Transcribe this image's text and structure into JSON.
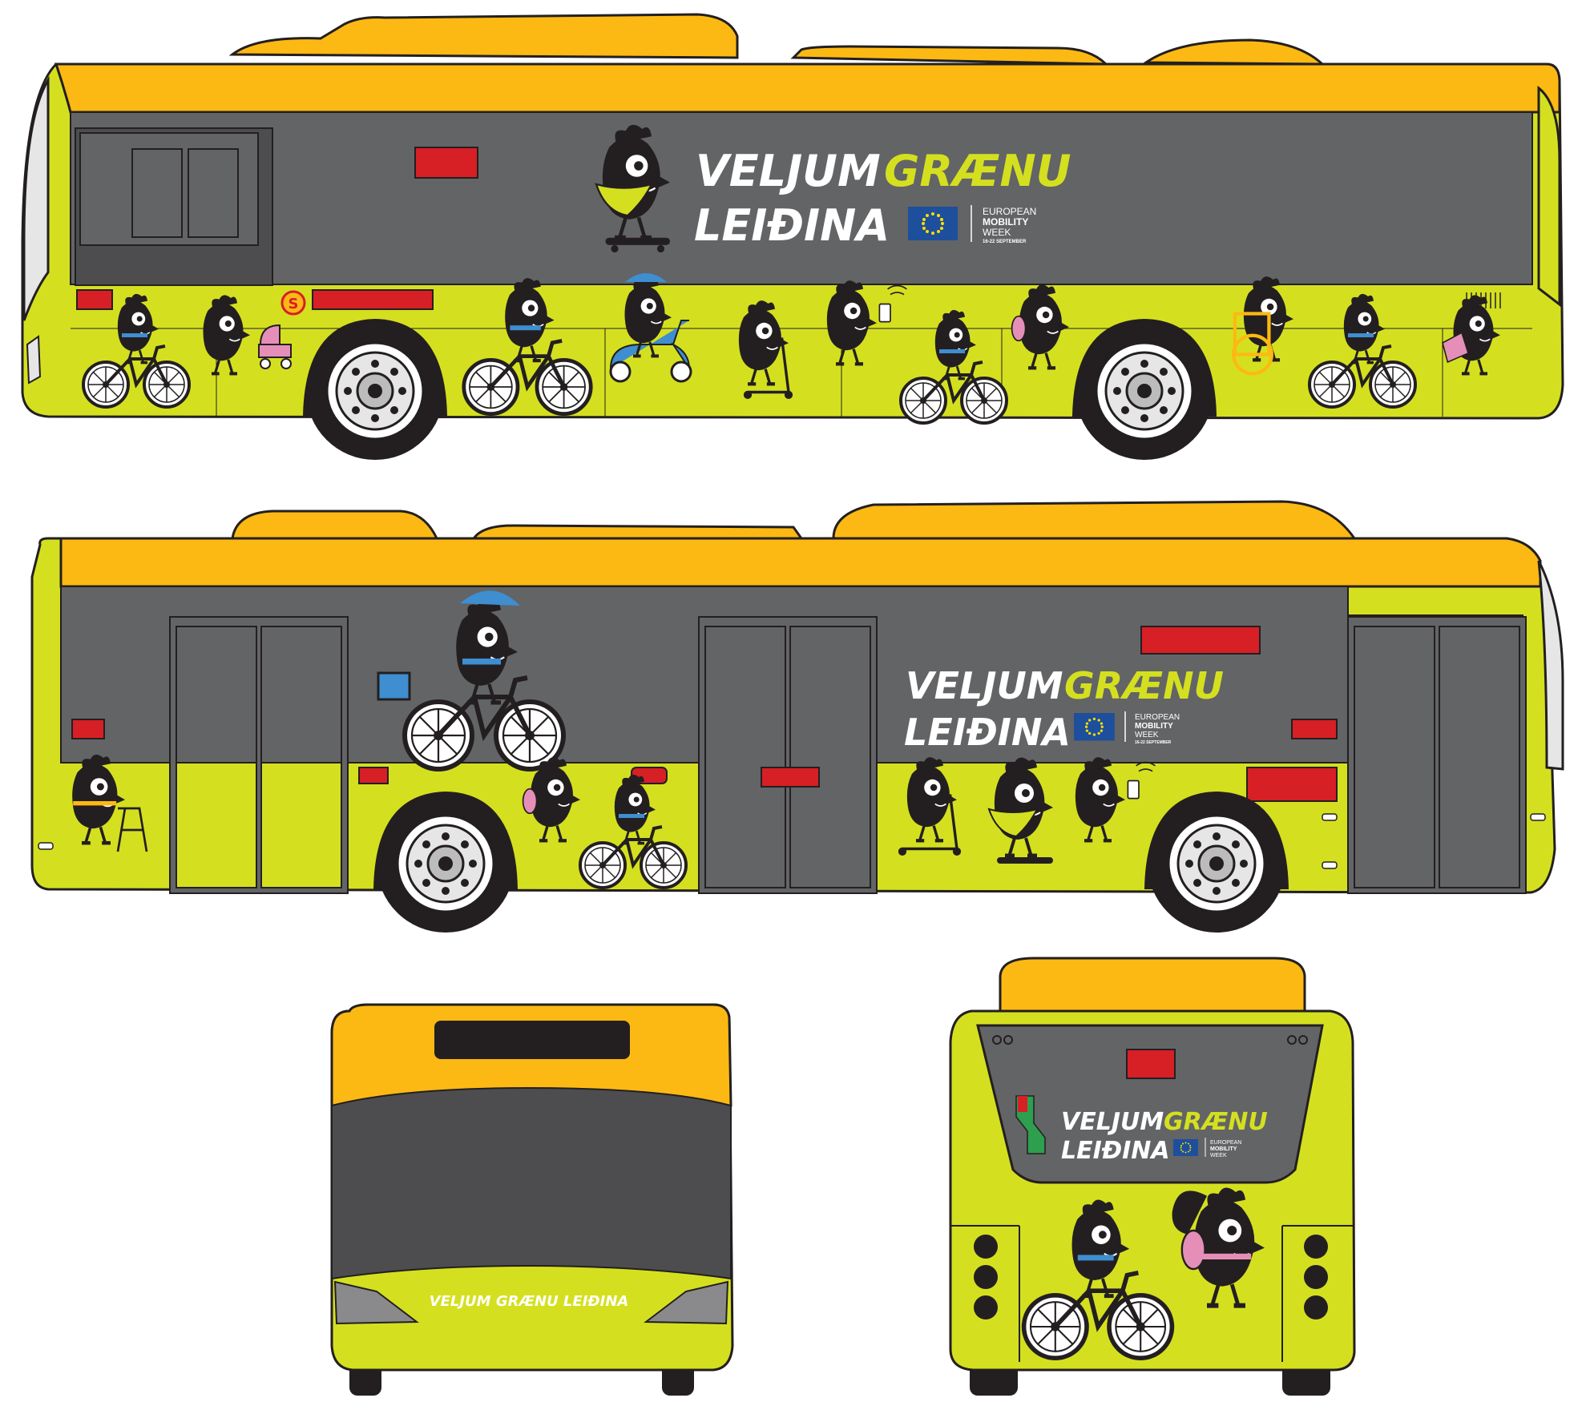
{
  "slogan": {
    "line1_white": "VELJUM",
    "line1_green": "GRÆNU",
    "line2": "LEIÐINA",
    "front_strip": "VELJUM GRÆNU LEIÐINA"
  },
  "mobility_week": {
    "line1": "EUROPEAN",
    "line2": "MOBILITY",
    "line3": "WEEK",
    "dates": "16-22 SEPTEMBER"
  },
  "stop_sign_letter": "S",
  "colors": {
    "body_green": "#d4e01f",
    "roof_yellow": "#fdb913",
    "panel_grey": "#636466",
    "dark_grey": "#4d4d4f",
    "red_display": "#d71f26",
    "outline": "#231f20",
    "eu_blue": "#1d4f9c",
    "eu_star": "#ffde00",
    "helmet_blue": "#3e8ed0",
    "pink": "#e58fb8"
  }
}
